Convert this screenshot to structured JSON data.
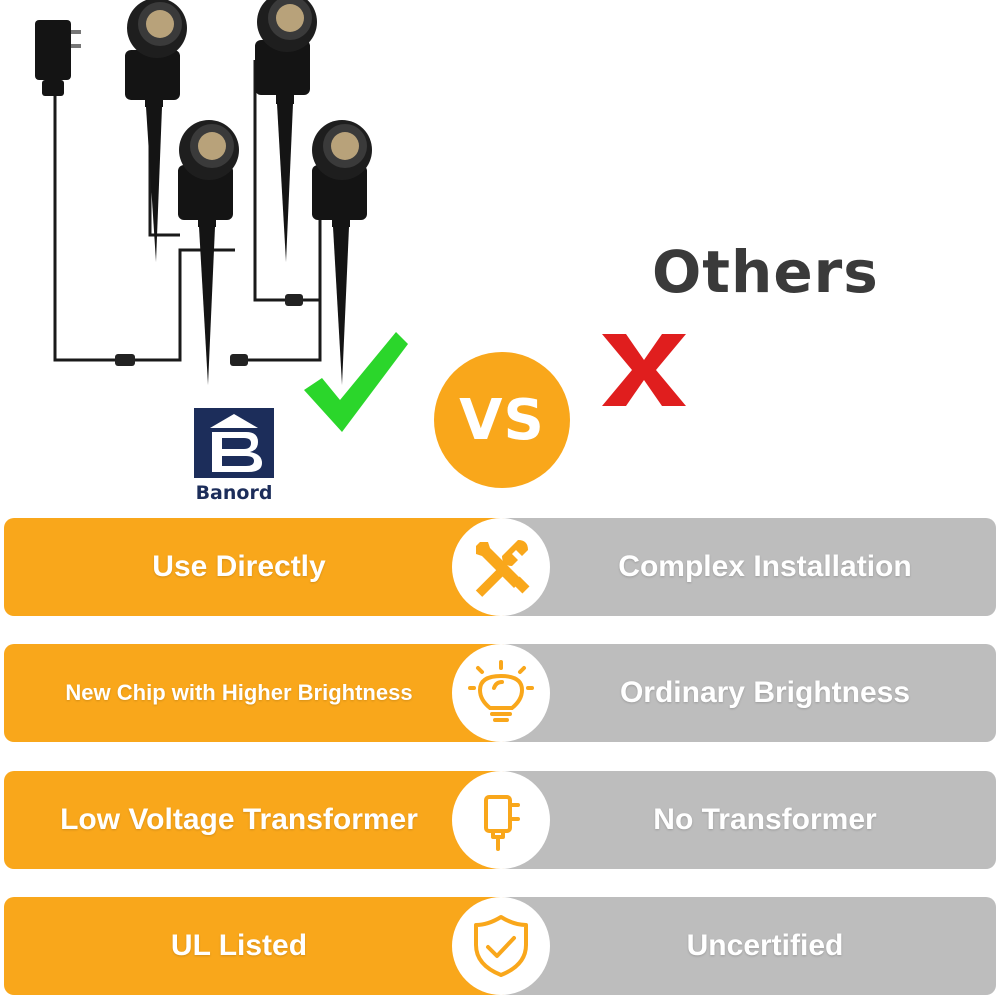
{
  "brand": {
    "name": "Banord",
    "logo_letters": "B"
  },
  "headline": {
    "vs": "VS",
    "others": "Others"
  },
  "marks": {
    "check": "check-icon",
    "cross": "cross-icon"
  },
  "colors": {
    "accent": "#f9a71b",
    "gray": "#bdbdbd",
    "check": "#2bd62b",
    "cross": "#e01e1e",
    "brand": "#1c2d5a"
  },
  "comparison": [
    {
      "ours": "Use Directly",
      "theirs": "Complex Installation",
      "icon": "tools-icon"
    },
    {
      "ours": "New Chip with Higher Brightness",
      "theirs": "Ordinary Brightness",
      "icon": "lightbulb-icon"
    },
    {
      "ours": "Low Voltage Transformer",
      "theirs": "No Transformer",
      "icon": "plug-adapter-icon"
    },
    {
      "ours": "UL Listed",
      "theirs": "Uncertified",
      "icon": "shield-check-icon"
    }
  ]
}
